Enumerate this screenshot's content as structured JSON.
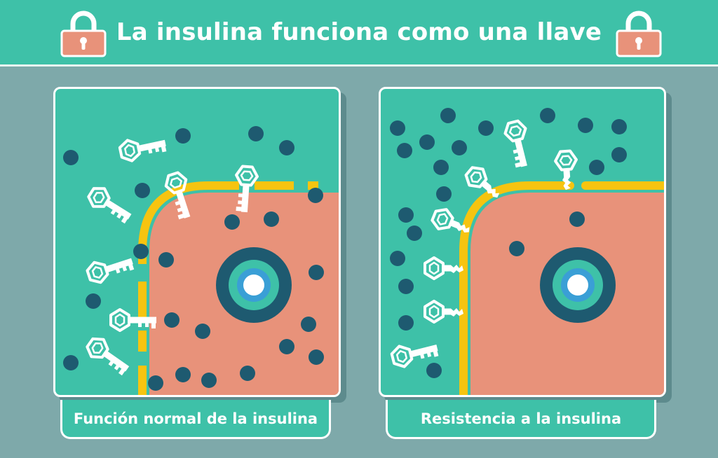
{
  "header": {
    "title": "La insulina funciona como una llave"
  },
  "panels": {
    "left": {
      "caption": "Función normal de la insulina"
    },
    "right": {
      "caption": "Resistencia a la insulina"
    }
  },
  "colors": {
    "background": "#7ea9aa",
    "panel": "#3ec1a8",
    "cell": "#e8927a",
    "membrane": "#f6c410",
    "glucose": "#1e5a70",
    "lock": "#e8927a",
    "nucleus_outer": "#1e5a70",
    "nucleus_mid": "#3ec1a8",
    "nucleus_inner": "#3a9fd6"
  },
  "icons": [
    "padlock-icon",
    "insulin-key-icon",
    "glucose-molecule-icon",
    "cell-nucleus-icon"
  ]
}
